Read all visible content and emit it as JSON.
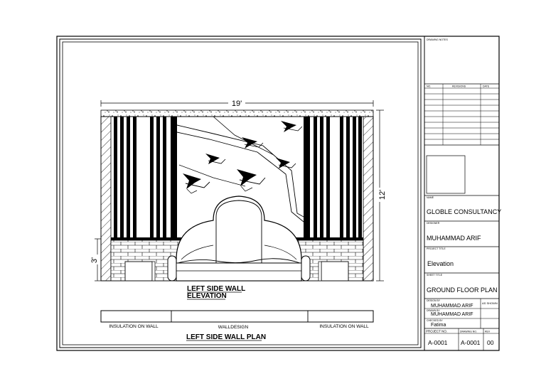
{
  "drawing": {
    "overall_width_dim": "19'",
    "overall_height_dim": "12'",
    "base_height_dim": "3'",
    "elevation_title_line1": "LEFT SIDE WALL",
    "elevation_title_line2": "ELEVATION",
    "plan_label_left": "INSULATION ON WALL",
    "plan_label_center": "WALLDESIGN",
    "plan_label_right": "INSULATION ON WALL",
    "plan_title": "LEFT SIDE WALL PLAN"
  },
  "title_block": {
    "drawing_notes_label": "DRAWING NOTES",
    "revisions_header": {
      "no": "NO.",
      "revisions": "REVISIONS",
      "date": "DATE"
    },
    "name_label": "NAME",
    "name_value": "GLOBLE CONSULTANCY",
    "designer_label": "DESIGNER",
    "designer_value": "MUHAMMAD ARIF",
    "project_title_label": "PROJECT TITLE",
    "project_title_value": "Elevation",
    "sheet_title_label": "SHEET TITLE",
    "sheet_title_value": "GROUND FLOOR PLAN",
    "designed_by_label": "DESIGN BY",
    "designed_by_value": "MUHAMMAD ARIF",
    "scale_value": "AS SHOWN",
    "drawn_by_label": "DRAWN BY",
    "drawn_by_value": "MUHAMMAD ARIF",
    "checked_by_label": "CHECKED BY",
    "checked_by_value": "Fatima",
    "project_no_label": "PROJECT NO.",
    "drawing_no_label": "DRAWING NO.",
    "rev_label": "REV",
    "project_no_value": "A-0001",
    "drawing_no_value": "A-0001",
    "rev_value": "00"
  }
}
